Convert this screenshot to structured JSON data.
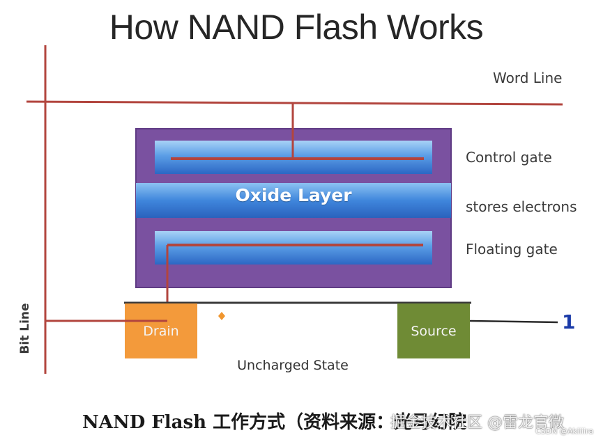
{
  "title": "How NAND Flash Works",
  "labels": {
    "word_line": "Word Line",
    "control_gate": "Control gate",
    "oxide_layer": "Oxide Layer",
    "stores_electrons": "stores electrons",
    "floating_gate": "Floating gate",
    "bit_line": "Bit Line",
    "drain": "Drain",
    "source": "Source",
    "source_value": "1",
    "state": "Uncharged State"
  },
  "caption": "NAND Flash 工作方式（资料来源：光马幻院",
  "watermark": {
    "text": "掘金技术社区 @雷龙官微",
    "csdn": "CSDN @Akiiiira"
  },
  "colors": {
    "line_red": "#b2453e",
    "cell_purple": "#7a51a0",
    "gate_blue": "#4a8fdd",
    "drain_orange": "#f39a3b",
    "source_green": "#6f8b35"
  }
}
